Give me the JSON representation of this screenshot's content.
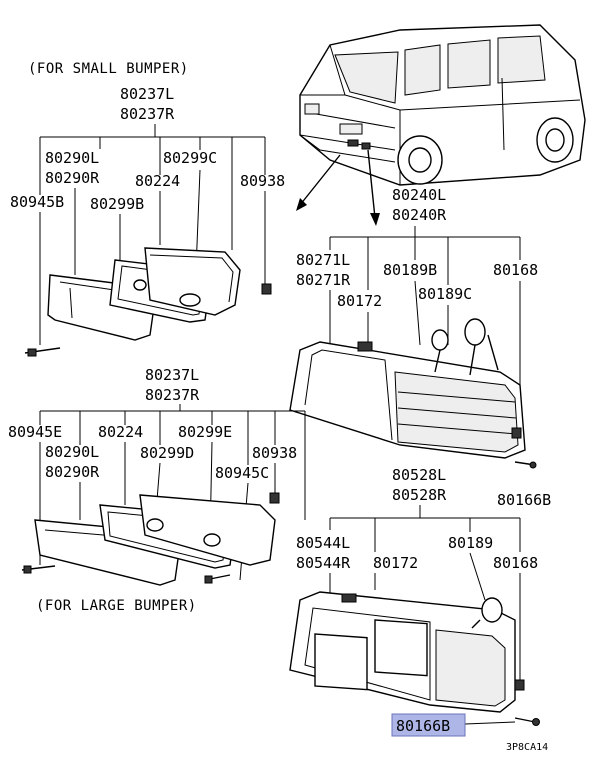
{
  "captions": {
    "small_bumper": "(FOR SMALL BUMPER)",
    "large_bumper": "(FOR LARGE BUMPER)"
  },
  "code": "3P8CA14",
  "highlight_color": "#aeb6e8",
  "labels": {
    "g1_top_l": "80237L",
    "g1_top_r": "80237R",
    "g1_80290l": "80290L",
    "g1_80290r": "80290R",
    "g1_80945b": "80945B",
    "g1_80299c": "80299C",
    "g1_80224": "80224",
    "g1_80299b": "80299B",
    "g1_80938": "80938",
    "g2_top_l": "80240L",
    "g2_top_r": "80240R",
    "g2_80271l": "80271L",
    "g2_80271r": "80271R",
    "g2_80172": "80172",
    "g2_80189b": "80189B",
    "g2_80189c": "80189C",
    "g2_80168": "80168",
    "g2_80166b": "80166B",
    "g3_top_l": "80237L",
    "g3_top_r": "80237R",
    "g3_80945e": "80945E",
    "g3_80290l": "80290L",
    "g3_80290r": "80290R",
    "g3_80224": "80224",
    "g3_80299d": "80299D",
    "g3_80299e": "80299E",
    "g3_80945c": "80945C",
    "g3_80938": "80938",
    "g4_top_l": "80528L",
    "g4_top_r": "80528R",
    "g4_80544l": "80544L",
    "g4_80544r": "80544R",
    "g4_80172": "80172",
    "g4_80189": "80189",
    "g4_80168": "80168",
    "g4_80166b": "80166B"
  }
}
